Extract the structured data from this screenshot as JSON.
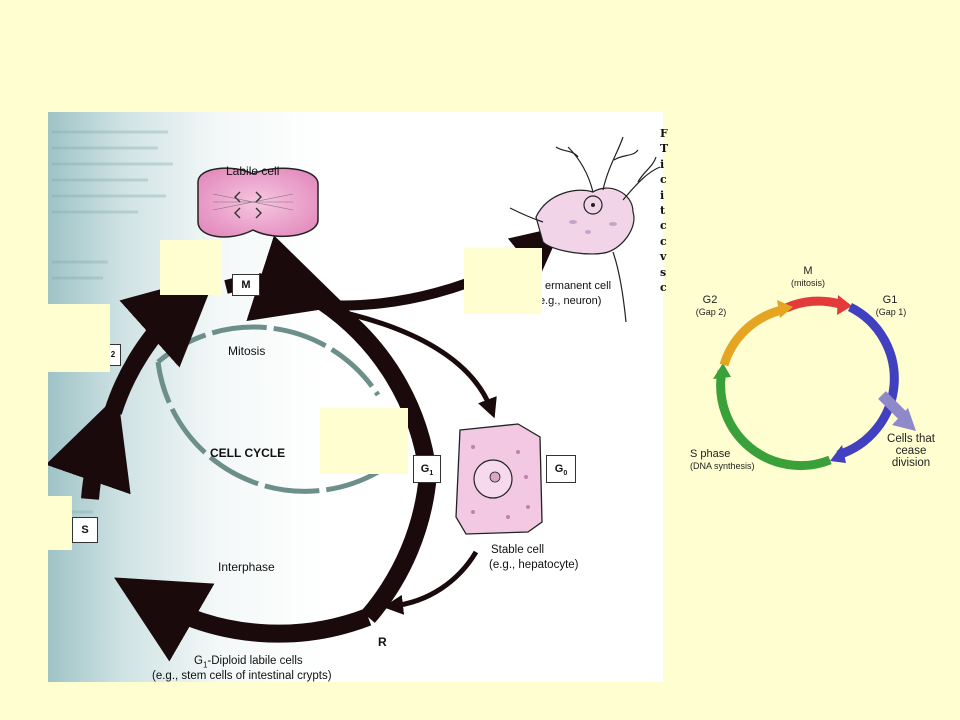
{
  "figure": {
    "labile_cell": "Labile cell",
    "permanent_cell_line1": "ermanent cell",
    "permanent_cell_line2": "e.g., neuron)",
    "phase_m": "M",
    "phase_g2_fragment": "2",
    "phase_s": "S",
    "phase_g1": "G",
    "phase_g1_sub": "1",
    "phase_g0": "G",
    "phase_g0_sub": "0",
    "mitosis": "Mitosis",
    "cell_cycle": "CELL CYCLE",
    "interphase": "Interphase",
    "stable_cell_line1": "Stable cell",
    "stable_cell_line2": "(e.g., hepatocyte)",
    "restriction_point": "R",
    "caption_line1_prefix": "G",
    "caption_line1_sub": "1",
    "caption_line1_rest": "-Diploid labile cells",
    "caption_line2": "(e.g., stem cells of intestinal crypts)",
    "edge_text": [
      "F",
      "T",
      "i",
      "c",
      "i",
      "t",
      "c",
      "c",
      "v",
      "s",
      "c"
    ],
    "colors": {
      "arrow": "#1a0a0c",
      "inner_ring": "#6d8f8a",
      "cell_pink": "#e9a0c8",
      "answer_box": "#fefed0"
    }
  },
  "wheel": {
    "m": "M",
    "m_sub": "(mitosis)",
    "g1": "G1",
    "g1_sub": "(Gap 1)",
    "g2": "G2",
    "g2_sub": "(Gap 2)",
    "s": "S phase",
    "s_sub": "(DNA synthesis)",
    "exit": "Cells that cease division",
    "colors": {
      "m": "#e33a3a",
      "g1": "#4040c0",
      "s": "#3aa03a",
      "g2": "#e6a423",
      "exit": "#8f88c9"
    }
  }
}
